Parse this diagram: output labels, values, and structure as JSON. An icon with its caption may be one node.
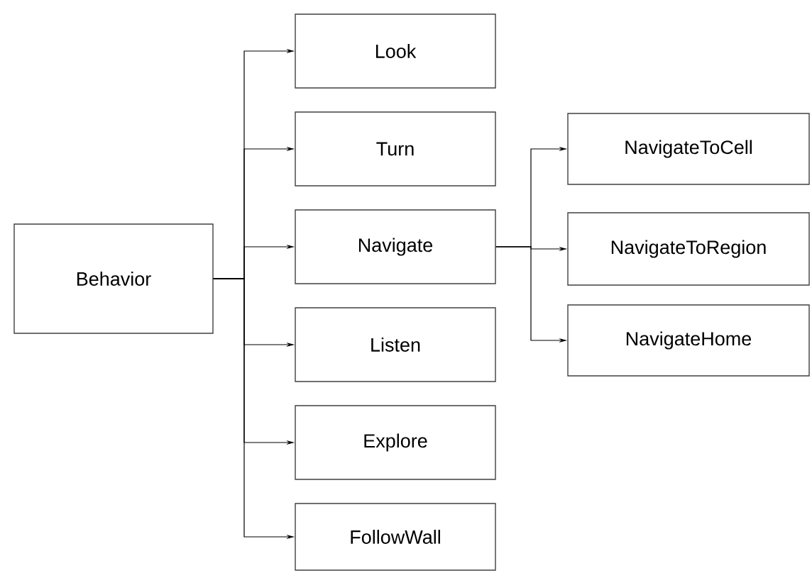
{
  "diagram": {
    "nodes": [
      {
        "text": [
          "Behavior"
        ]
      },
      {
        "text": [
          "Look"
        ]
      },
      {
        "text": [
          "Turn"
        ]
      },
      {
        "text": [
          "Navigate"
        ]
      },
      {
        "text": [
          "Listen"
        ]
      },
      {
        "text": [
          "Explore"
        ]
      },
      {
        "text": [
          "FollowWall"
        ]
      },
      {
        "text": [
          "NavigateToCell"
        ]
      },
      {
        "text": [
          "NavigateToRegion"
        ]
      },
      {
        "text": [
          "NavigateHome"
        ]
      }
    ],
    "edges": [
      {
        "from": 0,
        "to": 1,
        "arrow": "to"
      },
      {
        "from": 0,
        "to": 2,
        "arrow": "to"
      },
      {
        "from": 0,
        "to": 3,
        "arrow": "to"
      },
      {
        "from": 0,
        "to": 4,
        "arrow": "to"
      },
      {
        "from": 0,
        "to": 5,
        "arrow": "to"
      },
      {
        "from": 0,
        "to": 6,
        "arrow": "to"
      },
      {
        "from": 3,
        "to": 7,
        "arrow": "to"
      },
      {
        "from": 3,
        "to": 8,
        "arrow": "to"
      },
      {
        "from": 3,
        "to": 9,
        "arrow": "to"
      }
    ]
  }
}
